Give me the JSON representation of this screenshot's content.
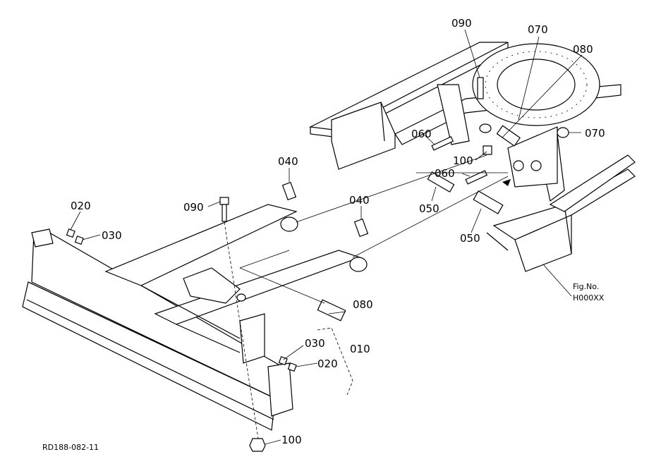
{
  "labels": {
    "l010": "010",
    "l020a": "020",
    "l020b": "020",
    "l030a": "030",
    "l030b": "030",
    "l040a": "040",
    "l040b": "040",
    "l050a": "050",
    "l050b": "050",
    "l060a": "060",
    "l060b": "060",
    "l070a": "070",
    "l070b": "070",
    "l080a": "080",
    "l080b": "080",
    "l090a": "090",
    "l090b": "090",
    "l100a": "100",
    "l100b": "100"
  },
  "fig_no": "Fig.No.",
  "fig_code": "H000XX",
  "drawing_code": "RD188-082-11"
}
